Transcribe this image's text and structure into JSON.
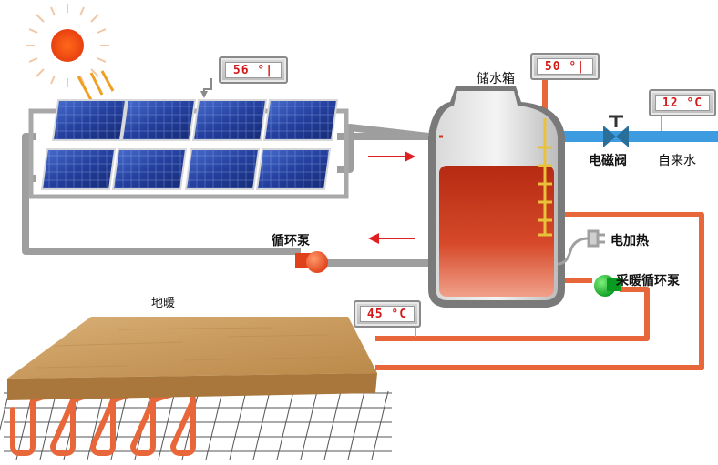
{
  "labels": {
    "tank": "储水箱",
    "solenoid_valve": "电磁阀",
    "tap_water": "自来水",
    "electric_heater": "电加热",
    "circulation_pump": "循环泵",
    "heating_pump": "采暖循环泵",
    "floor_heating": "地暖"
  },
  "gauges": {
    "panel": "56 °|",
    "tank": "50 °|",
    "tap_water": "12 °C",
    "floor": "45 °C"
  },
  "colors": {
    "pipe_gray": "#9e9e9e",
    "pipe_orange": "#e8673a",
    "pipe_blue": "#3d9be0",
    "hot_water": "#c8381c",
    "gauge_text": "#d21a1a",
    "arrow_red": "#e02020",
    "panel_blue": "#1f3f9a",
    "floor_wood": "#cfa56a"
  }
}
